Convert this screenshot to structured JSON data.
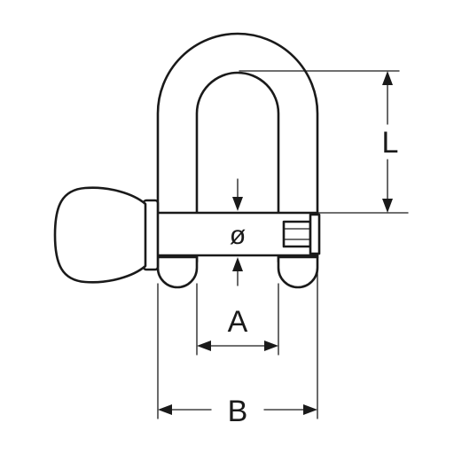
{
  "diagram": {
    "labels": {
      "length": "L",
      "diameter": "ø",
      "inner_width": "A",
      "outer_width": "B"
    },
    "line_color": "#1a1a1a",
    "background_color": "#ffffff"
  }
}
